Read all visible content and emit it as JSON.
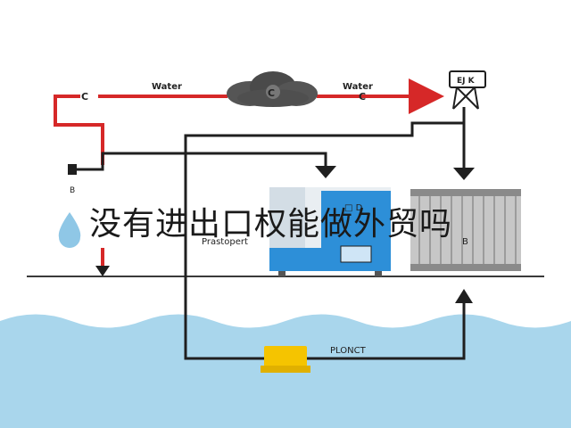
{
  "overlay": {
    "title": "没有进出口权能做外贸吗"
  },
  "labels": {
    "water_left": "Water",
    "water_right": "Water",
    "c_left": "C",
    "c_cloud": "C",
    "c_right": "C",
    "tower": "EJ K",
    "b_left": "B",
    "machine_panel": "□ D",
    "prastopert": "Prastopert",
    "container_b": "B",
    "plonct": "PLONCT"
  },
  "colors": {
    "red_pipe": "#d62828",
    "black_pipe": "#1f1f1f",
    "water": "#a9d6ec",
    "machine_blue": "#2d8fd8",
    "container_gray": "#b5b5b5",
    "pump_yellow": "#f5c400"
  }
}
